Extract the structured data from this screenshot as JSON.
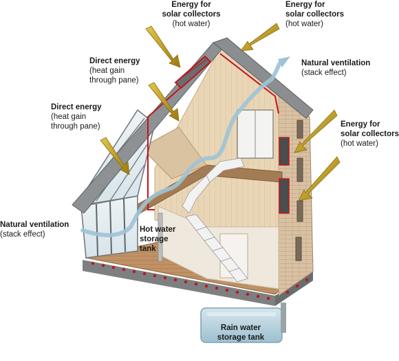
{
  "labels": {
    "solar_top_left": {
      "title_line1": "Energy for",
      "title_line2": "solar collectors",
      "sub": "(hot water)"
    },
    "solar_top_right": {
      "title_line1": "Energy for",
      "title_line2": "solar collectors",
      "sub": "(hot water)"
    },
    "direct_energy_upper": {
      "title": "Direct energy",
      "sub_line1": "(heat gain",
      "sub_line2": "through pane)"
    },
    "direct_energy_lower": {
      "title": "Direct energy",
      "sub_line1": "(heat gain",
      "sub_line2": "through pane)"
    },
    "ventilation_top": {
      "title": "Natural ventilation",
      "sub": "(stack effect)"
    },
    "ventilation_left": {
      "title": "Natural ventilation",
      "sub": "(stack effect)"
    },
    "solar_right": {
      "title_line1": "Energy for",
      "title_line2": "solar collectors",
      "sub": "(hot water)"
    },
    "hot_water_tank": {
      "line1": "Hot water",
      "line2": "storage",
      "line3": "tank"
    },
    "rain_water_tank": {
      "line1": "Rain water",
      "line2": "storage tank"
    }
  },
  "colors": {
    "arrow_gold": "#b8961c",
    "wood_light": "#e8d4b4",
    "wood_dark": "#c9a87a",
    "floor_wood": "#b98a5c",
    "pipe_red": "#c0141c",
    "airflow_blue": "#9ec3d6",
    "roof_grey": "#8a8c8e",
    "tank_blue": "#b9d3e0"
  }
}
